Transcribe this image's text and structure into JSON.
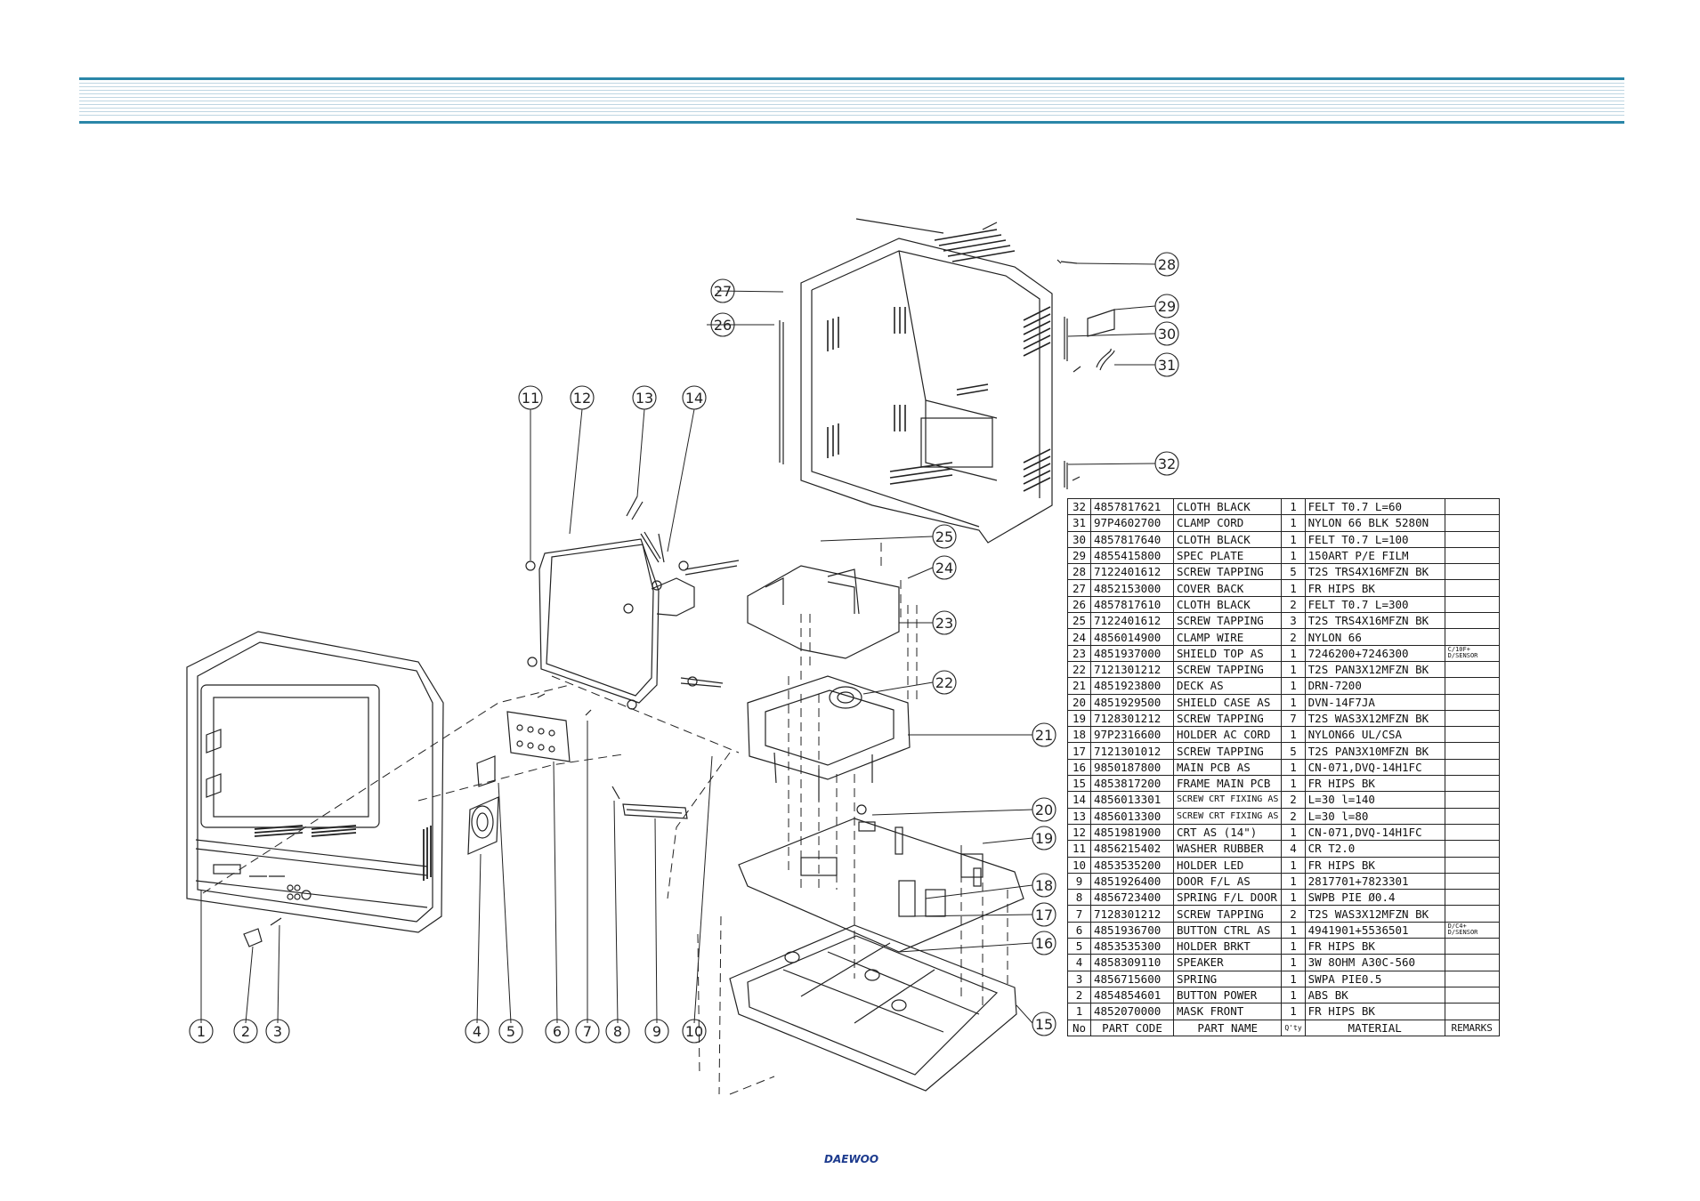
{
  "brand": "DAEWOO",
  "callouts": [
    "1",
    "2",
    "3",
    "4",
    "5",
    "6",
    "7",
    "8",
    "9",
    "10",
    "11",
    "12",
    "13",
    "14",
    "15",
    "16",
    "17",
    "18",
    "19",
    "20",
    "21",
    "22",
    "23",
    "24",
    "25",
    "26",
    "27",
    "28",
    "29",
    "30",
    "31",
    "32"
  ],
  "parts_table": {
    "headers": {
      "no": "No",
      "code": "PART CODE",
      "name": "PART NAME",
      "qty": "Q'ty",
      "material": "MATERIAL",
      "remarks": "REMARKS"
    },
    "rows": [
      {
        "no": "32",
        "code": "4857817621",
        "name": "CLOTH BLACK",
        "qty": "1",
        "material": "FELT T0.7    L=60",
        "remarks": ""
      },
      {
        "no": "31",
        "code": "97P4602700",
        "name": "CLAMP CORD",
        "qty": "1",
        "material": "NYLON 66 BLK 5280N",
        "remarks": ""
      },
      {
        "no": "30",
        "code": "4857817640",
        "name": "CLOTH BLACK",
        "qty": "1",
        "material": "FELT T0.7    L=100",
        "remarks": ""
      },
      {
        "no": "29",
        "code": "4855415800",
        "name": "SPEC PLATE",
        "qty": "1",
        "material": "150ART P/E FILM",
        "remarks": ""
      },
      {
        "no": "28",
        "code": "7122401612",
        "name": "SCREW TAPPING",
        "qty": "5",
        "material": "T2S TRS4X16MFZN BK",
        "remarks": ""
      },
      {
        "no": "27",
        "code": "4852153000",
        "name": "COVER BACK",
        "qty": "1",
        "material": "FR HIPS BK",
        "remarks": ""
      },
      {
        "no": "26",
        "code": "4857817610",
        "name": "CLOTH BLACK",
        "qty": "2",
        "material": "FELT T0.7    L=300",
        "remarks": ""
      },
      {
        "no": "25",
        "code": "7122401612",
        "name": "SCREW TAPPING",
        "qty": "3",
        "material": "T2S TRS4X16MFZN BK",
        "remarks": ""
      },
      {
        "no": "24",
        "code": "4856014900",
        "name": "CLAMP WIRE",
        "qty": "2",
        "material": "NYLON 66",
        "remarks": ""
      },
      {
        "no": "23",
        "code": "4851937000",
        "name": "SHIELD TOP AS",
        "qty": "1",
        "material": "7246200+7246300",
        "remarks": "C/10F+ \nD/SENSOR"
      },
      {
        "no": "22",
        "code": "7121301212",
        "name": "SCREW TAPPING",
        "qty": "1",
        "material": "T2S PAN3X12MFZN BK",
        "remarks": ""
      },
      {
        "no": "21",
        "code": "4851923800",
        "name": "DECK AS",
        "qty": "1",
        "material": "DRN-7200",
        "remarks": ""
      },
      {
        "no": "20",
        "code": "4851929500",
        "name": "SHIELD CASE AS",
        "qty": "1",
        "material": "DVN-14F7JA",
        "remarks": ""
      },
      {
        "no": "19",
        "code": "7128301212",
        "name": "SCREW TAPPING",
        "qty": "7",
        "material": "T2S WAS3X12MFZN BK",
        "remarks": ""
      },
      {
        "no": "18",
        "code": "97P2316600",
        "name": "HOLDER AC CORD",
        "qty": "1",
        "material": "NYLON66 UL/CSA",
        "remarks": ""
      },
      {
        "no": "17",
        "code": "7121301012",
        "name": "SCREW TAPPING",
        "qty": "5",
        "material": "T2S PAN3X10MFZN BK",
        "remarks": ""
      },
      {
        "no": "16",
        "code": "9850187800",
        "name": "MAIN PCB AS",
        "qty": "1",
        "material": "CN-071,DVQ-14H1FC",
        "remarks": ""
      },
      {
        "no": "15",
        "code": "4853817200",
        "name": "FRAME MAIN PCB",
        "qty": "1",
        "material": "FR HIPS BK",
        "remarks": ""
      },
      {
        "no": "14",
        "code": "4856013301",
        "name": "SCREW CRT FIXING AS",
        "qty": "2",
        "material": "L=30 l=140",
        "remarks": ""
      },
      {
        "no": "13",
        "code": "4856013300",
        "name": "SCREW CRT FIXING AS",
        "qty": "2",
        "material": "L=30 l=80",
        "remarks": ""
      },
      {
        "no": "12",
        "code": "4851981900",
        "name": "CRT AS (14\")",
        "qty": "1",
        "material": "CN-071,DVQ-14H1FC",
        "remarks": ""
      },
      {
        "no": "11",
        "code": "4856215402",
        "name": "WASHER RUBBER",
        "qty": "4",
        "material": "CR T2.0",
        "remarks": ""
      },
      {
        "no": "10",
        "code": "4853535200",
        "name": "HOLDER LED",
        "qty": "1",
        "material": "FR HIPS BK",
        "remarks": ""
      },
      {
        "no": "9",
        "code": "4851926400",
        "name": "DOOR F/L AS",
        "qty": "1",
        "material": "2817701+7823301",
        "remarks": ""
      },
      {
        "no": "8",
        "code": "4856723400",
        "name": "SPRING F/L DOOR",
        "qty": "1",
        "material": "SWPB  PIE Ø0.4",
        "remarks": ""
      },
      {
        "no": "7",
        "code": "7128301212",
        "name": "SCREW TAPPING",
        "qty": "2",
        "material": "T2S WAS3X12MFZN BK",
        "remarks": ""
      },
      {
        "no": "6",
        "code": "4851936700",
        "name": "BUTTON CTRL AS",
        "qty": "1",
        "material": "4941901+5536501",
        "remarks": "D/C4+ \nD/SENSOR"
      },
      {
        "no": "5",
        "code": "4853535300",
        "name": "HOLDER BRKT",
        "qty": "1",
        "material": "FR HIPS BK",
        "remarks": ""
      },
      {
        "no": "4",
        "code": "4858309110",
        "name": "SPEAKER",
        "qty": "1",
        "material": "3W 8OHM A30C-560",
        "remarks": ""
      },
      {
        "no": "3",
        "code": "4856715600",
        "name": "SPRING",
        "qty": "1",
        "material": "SWPA PIE0.5",
        "remarks": ""
      },
      {
        "no": "2",
        "code": "4854854601",
        "name": "BUTTON POWER",
        "qty": "1",
        "material": "ABS BK",
        "remarks": ""
      },
      {
        "no": "1",
        "code": "4852070000",
        "name": "MASK FRONT",
        "qty": "1",
        "material": "FR HIPS BK",
        "remarks": ""
      }
    ]
  }
}
